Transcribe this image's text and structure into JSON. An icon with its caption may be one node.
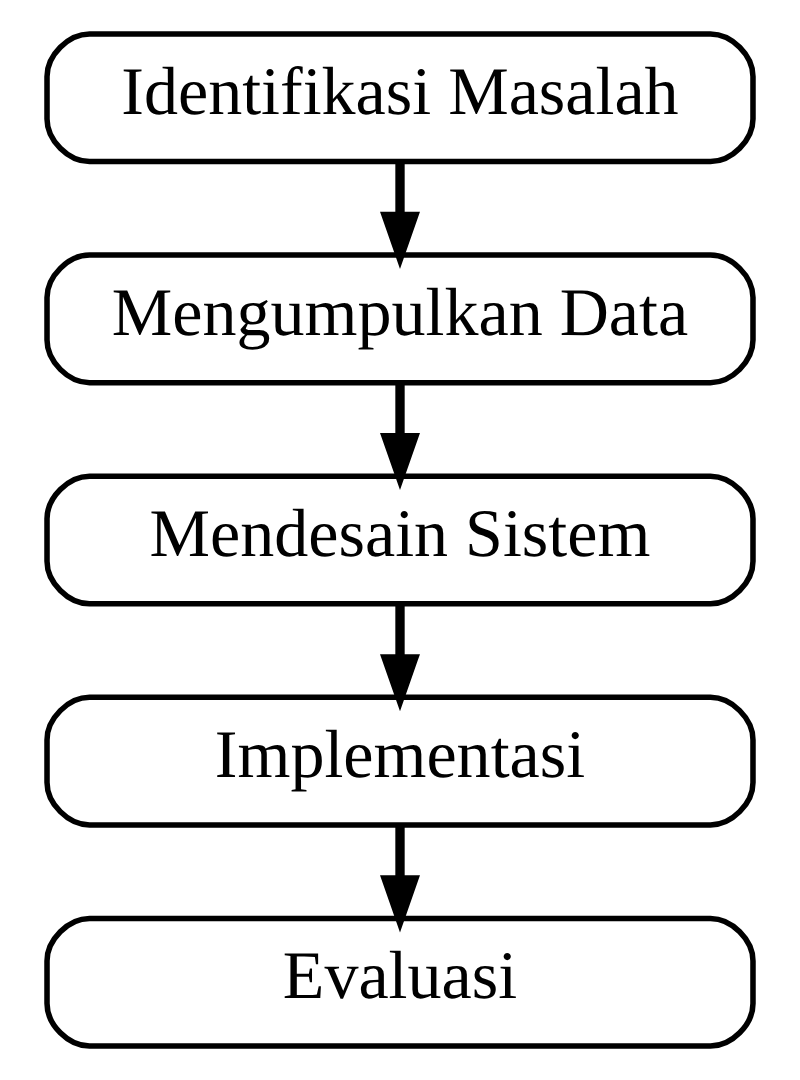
{
  "diagram": {
    "nodes": [
      {
        "text": [
          "Identifikasi Masalah"
        ]
      },
      {
        "text": [
          "Mengumpulkan Data"
        ]
      },
      {
        "text": [
          "Mendesain Sistem"
        ]
      },
      {
        "text": [
          "Implementasi"
        ]
      },
      {
        "text": [
          "Evaluasi"
        ]
      }
    ],
    "edges": [
      {
        "from": 0,
        "to": 1,
        "arrow": "to"
      },
      {
        "from": 1,
        "to": 2,
        "arrow": "to"
      },
      {
        "from": 2,
        "to": 3,
        "arrow": "to"
      },
      {
        "from": 3,
        "to": 4,
        "arrow": "to"
      }
    ]
  }
}
